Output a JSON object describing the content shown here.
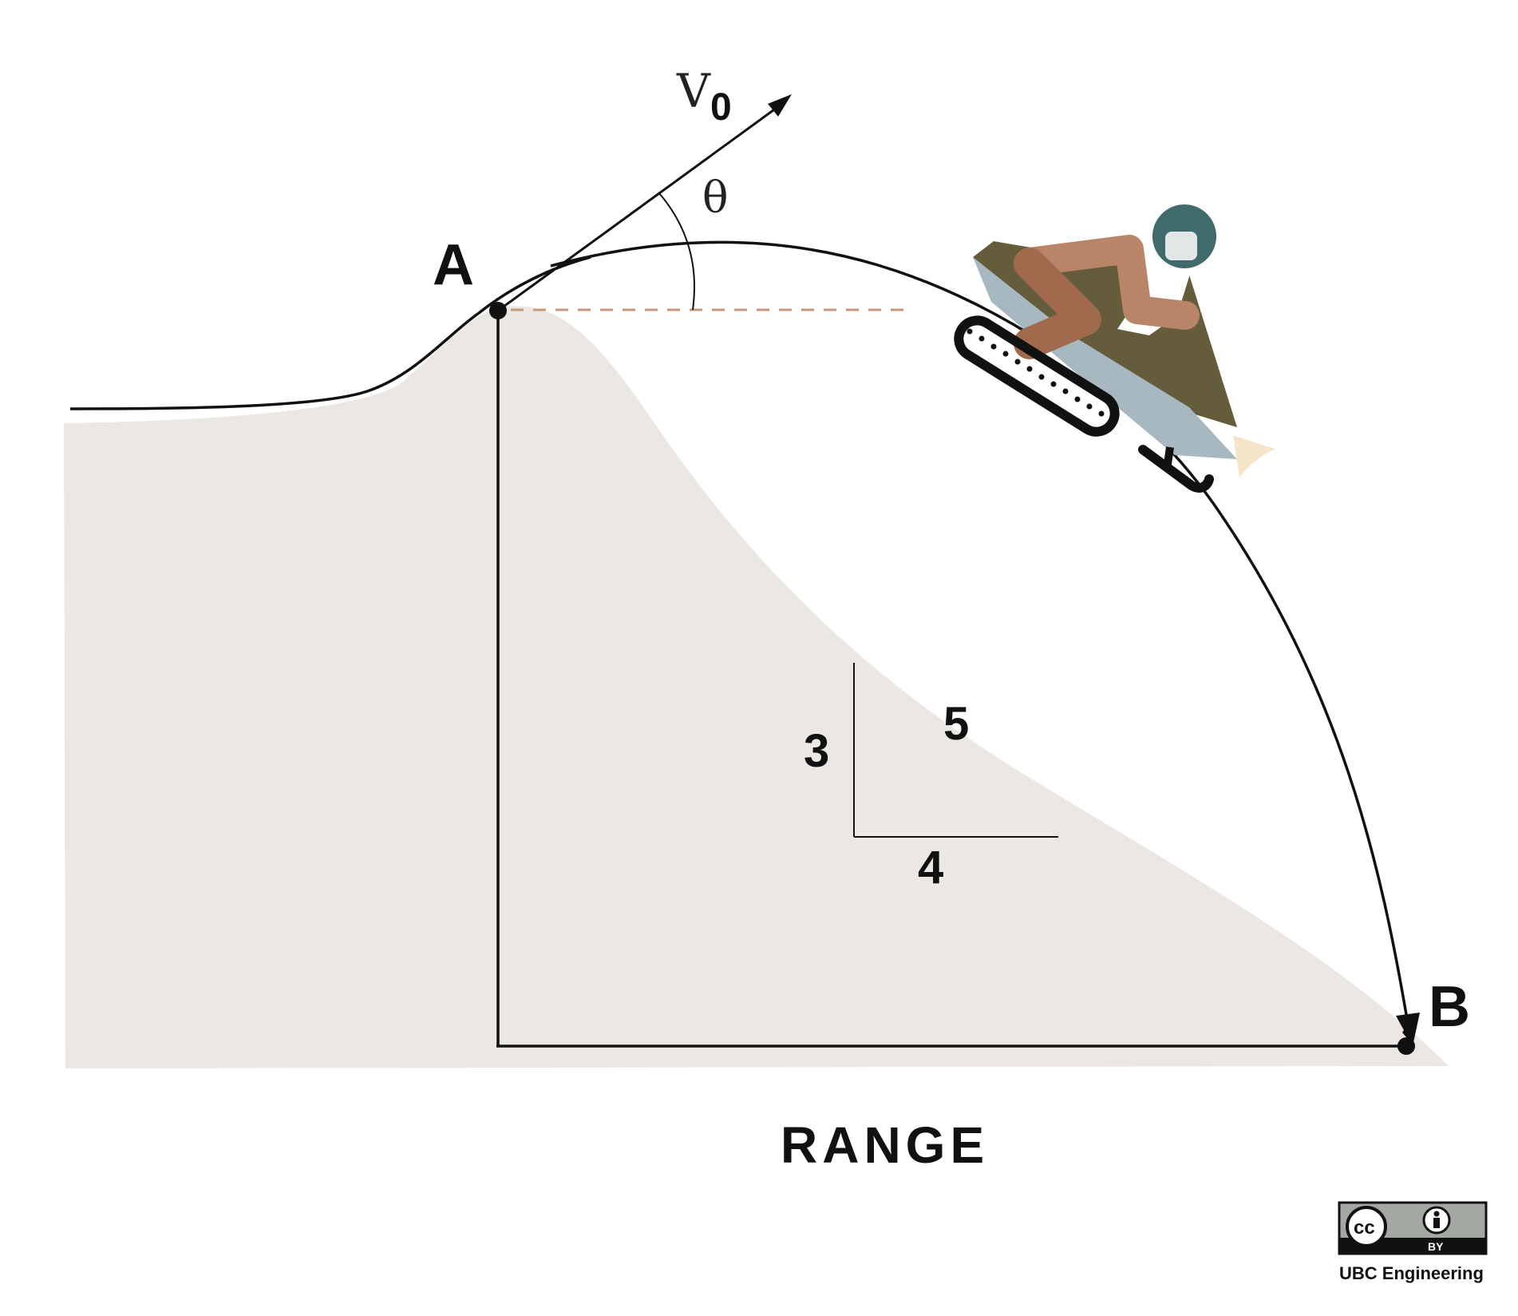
{
  "labels": {
    "point_a": "A",
    "point_b": "B",
    "velocity_symbol": "V",
    "velocity_subscript": "0",
    "angle_symbol": "θ",
    "slope_rise": "3",
    "slope_run": "4",
    "slope_hyp": "5",
    "range": "RANGE"
  },
  "license": {
    "cc_text": "cc",
    "by_text": "BY",
    "credit": "UBC Engineering"
  },
  "colors": {
    "ground": "#ebe8e3",
    "line": "#111111",
    "dashed": "#c49a7c",
    "helmet": "#3f6b6b",
    "skin": "#b98568",
    "skin_dark": "#a26a4c",
    "coat": "#645c3a",
    "sled": "#a8b8c0"
  },
  "icons": [
    "snowmobile-rider-icon",
    "cc-by-license-icon"
  ]
}
